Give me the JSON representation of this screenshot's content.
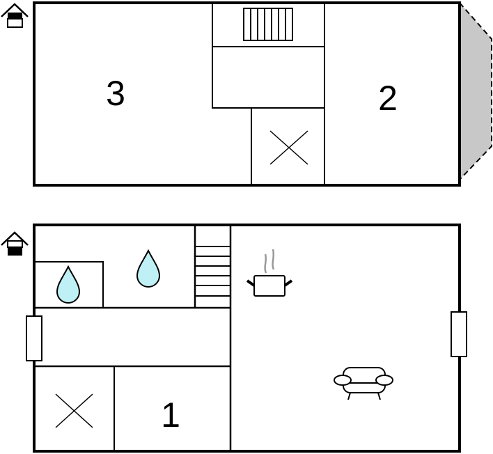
{
  "floors": [
    {
      "name": "upper",
      "rooms": [
        {
          "label": "3"
        },
        {
          "label": "2"
        }
      ]
    },
    {
      "name": "ground",
      "rooms": [
        {
          "label": "1"
        }
      ]
    }
  ],
  "colors": {
    "wall": "#000000",
    "balcony": "#c8c8c8",
    "water": "#bff0f5",
    "steam": "#999999"
  },
  "icons": [
    "house-entrance-icon",
    "stairs-icon",
    "shaft-x-icon",
    "water-drop-icon",
    "cooking-pot-icon",
    "sofa-icon",
    "window-icon",
    "balcony"
  ]
}
